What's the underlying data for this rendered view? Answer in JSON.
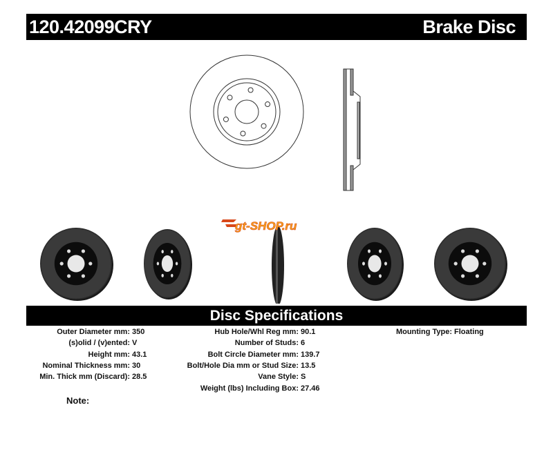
{
  "header": {
    "part_number": "120.42099CRY",
    "product_type": "Brake Disc"
  },
  "logo": {
    "text": "gt-shop.ru",
    "colors": {
      "primary": "#f7a21b",
      "shadow": "#d8481a"
    }
  },
  "specs": {
    "title": "Disc Specifications",
    "col1": [
      {
        "label": "Outer Diameter mm:",
        "value": "350"
      },
      {
        "label": "(s)olid / (v)ented:",
        "value": "V"
      },
      {
        "label": "Height mm:",
        "value": "43.1"
      },
      {
        "label": "Nominal Thickness mm:",
        "value": "30"
      },
      {
        "label": "Min. Thick mm (Discard):",
        "value": "28.5"
      }
    ],
    "col2": [
      {
        "label": "Hub Hole/Whl Reg mm:",
        "value": "90.1"
      },
      {
        "label": "Number of Studs:",
        "value": "6"
      },
      {
        "label": "Bolt Circle Diameter mm:",
        "value": "139.7"
      },
      {
        "label": "Bolt/Hole Dia mm or Stud Size:",
        "value": "13.5"
      },
      {
        "label": "Vane Style:",
        "value": "S"
      },
      {
        "label": "Weight (lbs) Including Box:",
        "value": "27.46"
      }
    ],
    "col3": [
      {
        "label": "Mounting Type:",
        "value": "Floating"
      }
    ],
    "note_label": "Note:"
  }
}
